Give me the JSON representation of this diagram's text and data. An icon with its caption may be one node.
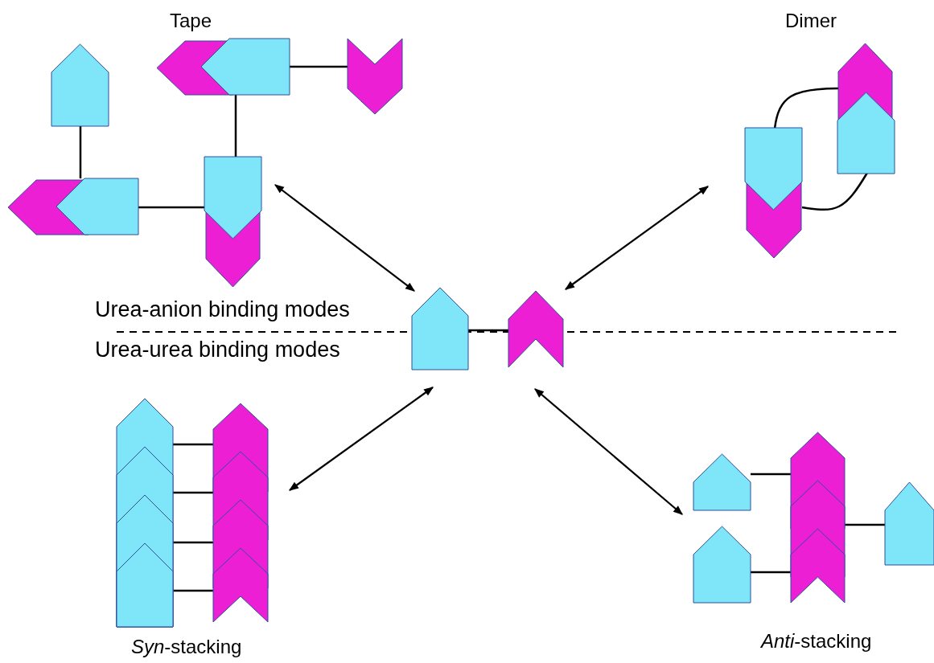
{
  "diagram": {
    "nodes": [
      {
        "text": [
          "Tape"
        ]
      },
      {
        "text": [
          "Dimer"
        ]
      },
      {
        "text": [],
        "shape": "picture"
      },
      {
        "text": [
          "*Syn*-stacking"
        ]
      },
      {
        "text": [
          "*Anti*-stacking"
        ]
      }
    ],
    "edges": [
      {
        "from": 0,
        "to": 2,
        "arrow": "both"
      },
      {
        "from": 1,
        "to": 2,
        "arrow": "both"
      },
      {
        "from": 2,
        "to": 3,
        "arrow": "both"
      },
      {
        "from": 2,
        "to": 4,
        "arrow": "both"
      }
    ],
    "labels": [
      "Urea-anion binding modes",
      "Urea-urea binding modes"
    ]
  }
}
